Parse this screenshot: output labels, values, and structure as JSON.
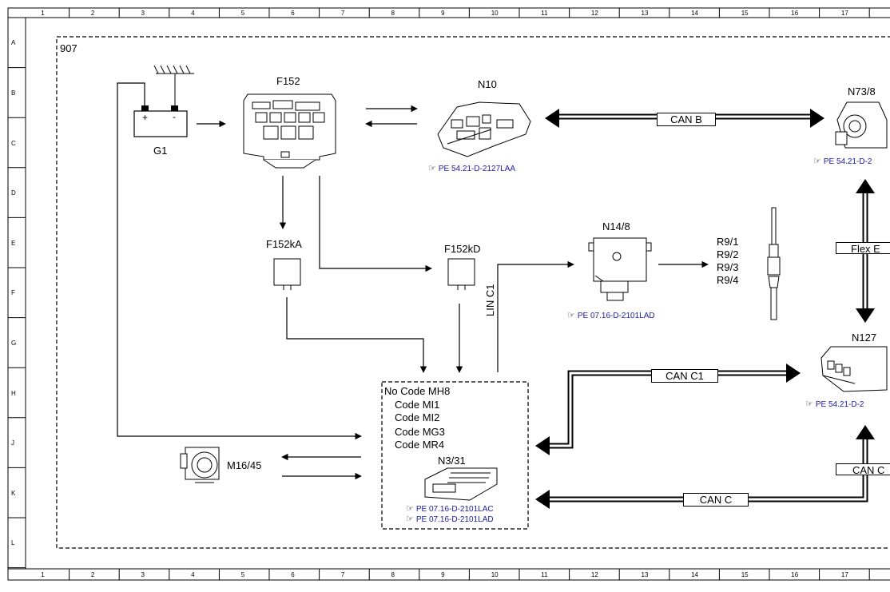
{
  "frame": {
    "columns": [
      "1",
      "2",
      "3",
      "4",
      "5",
      "6",
      "7",
      "8",
      "9",
      "10",
      "11",
      "12",
      "13",
      "14",
      "15",
      "16",
      "17"
    ],
    "rows": [
      "A",
      "B",
      "C",
      "D",
      "E",
      "F",
      "G",
      "H",
      "J",
      "K",
      "L"
    ],
    "group_label": "907"
  },
  "components": {
    "battery": {
      "id": "G1",
      "plus": "+",
      "minus": "-"
    },
    "fuse_box": {
      "id": "F152"
    },
    "ecu_n10": {
      "id": "N10",
      "ref": "PE 54.21-D-2127LAA"
    },
    "ignition_switch": {
      "id": "N73/8",
      "ref": "PE 54.21-D-2"
    },
    "relay_ka": {
      "id": "F152kA"
    },
    "relay_kd": {
      "id": "F152kD"
    },
    "glow_module": {
      "id": "N14/8",
      "ref": "PE 07.16-D-2101LAD"
    },
    "glow_plugs": {
      "labels": [
        "R9/1",
        "R9/2",
        "R9/3",
        "R9/4"
      ]
    },
    "throttle": {
      "id": "M16/45"
    },
    "engine_ecu": {
      "id": "N3/31",
      "codes": [
        "No Code MH8",
        "Code MI1",
        "Code MI2",
        "Code MG3",
        "Code MR4"
      ],
      "refs": [
        "PE 07.16-D-2101LAC",
        "PE 07.16-D-2101LAD"
      ]
    },
    "ecu_n127": {
      "id": "N127",
      "ref": "PE 54.21-D-2"
    }
  },
  "buses": {
    "can_b": "CAN B",
    "can_c1": "CAN C1",
    "can_c": "CAN C",
    "can_c_right": "CAN C",
    "flex": "Flex E",
    "lin": "LIN C1"
  },
  "icons": {
    "hand": "☞"
  }
}
